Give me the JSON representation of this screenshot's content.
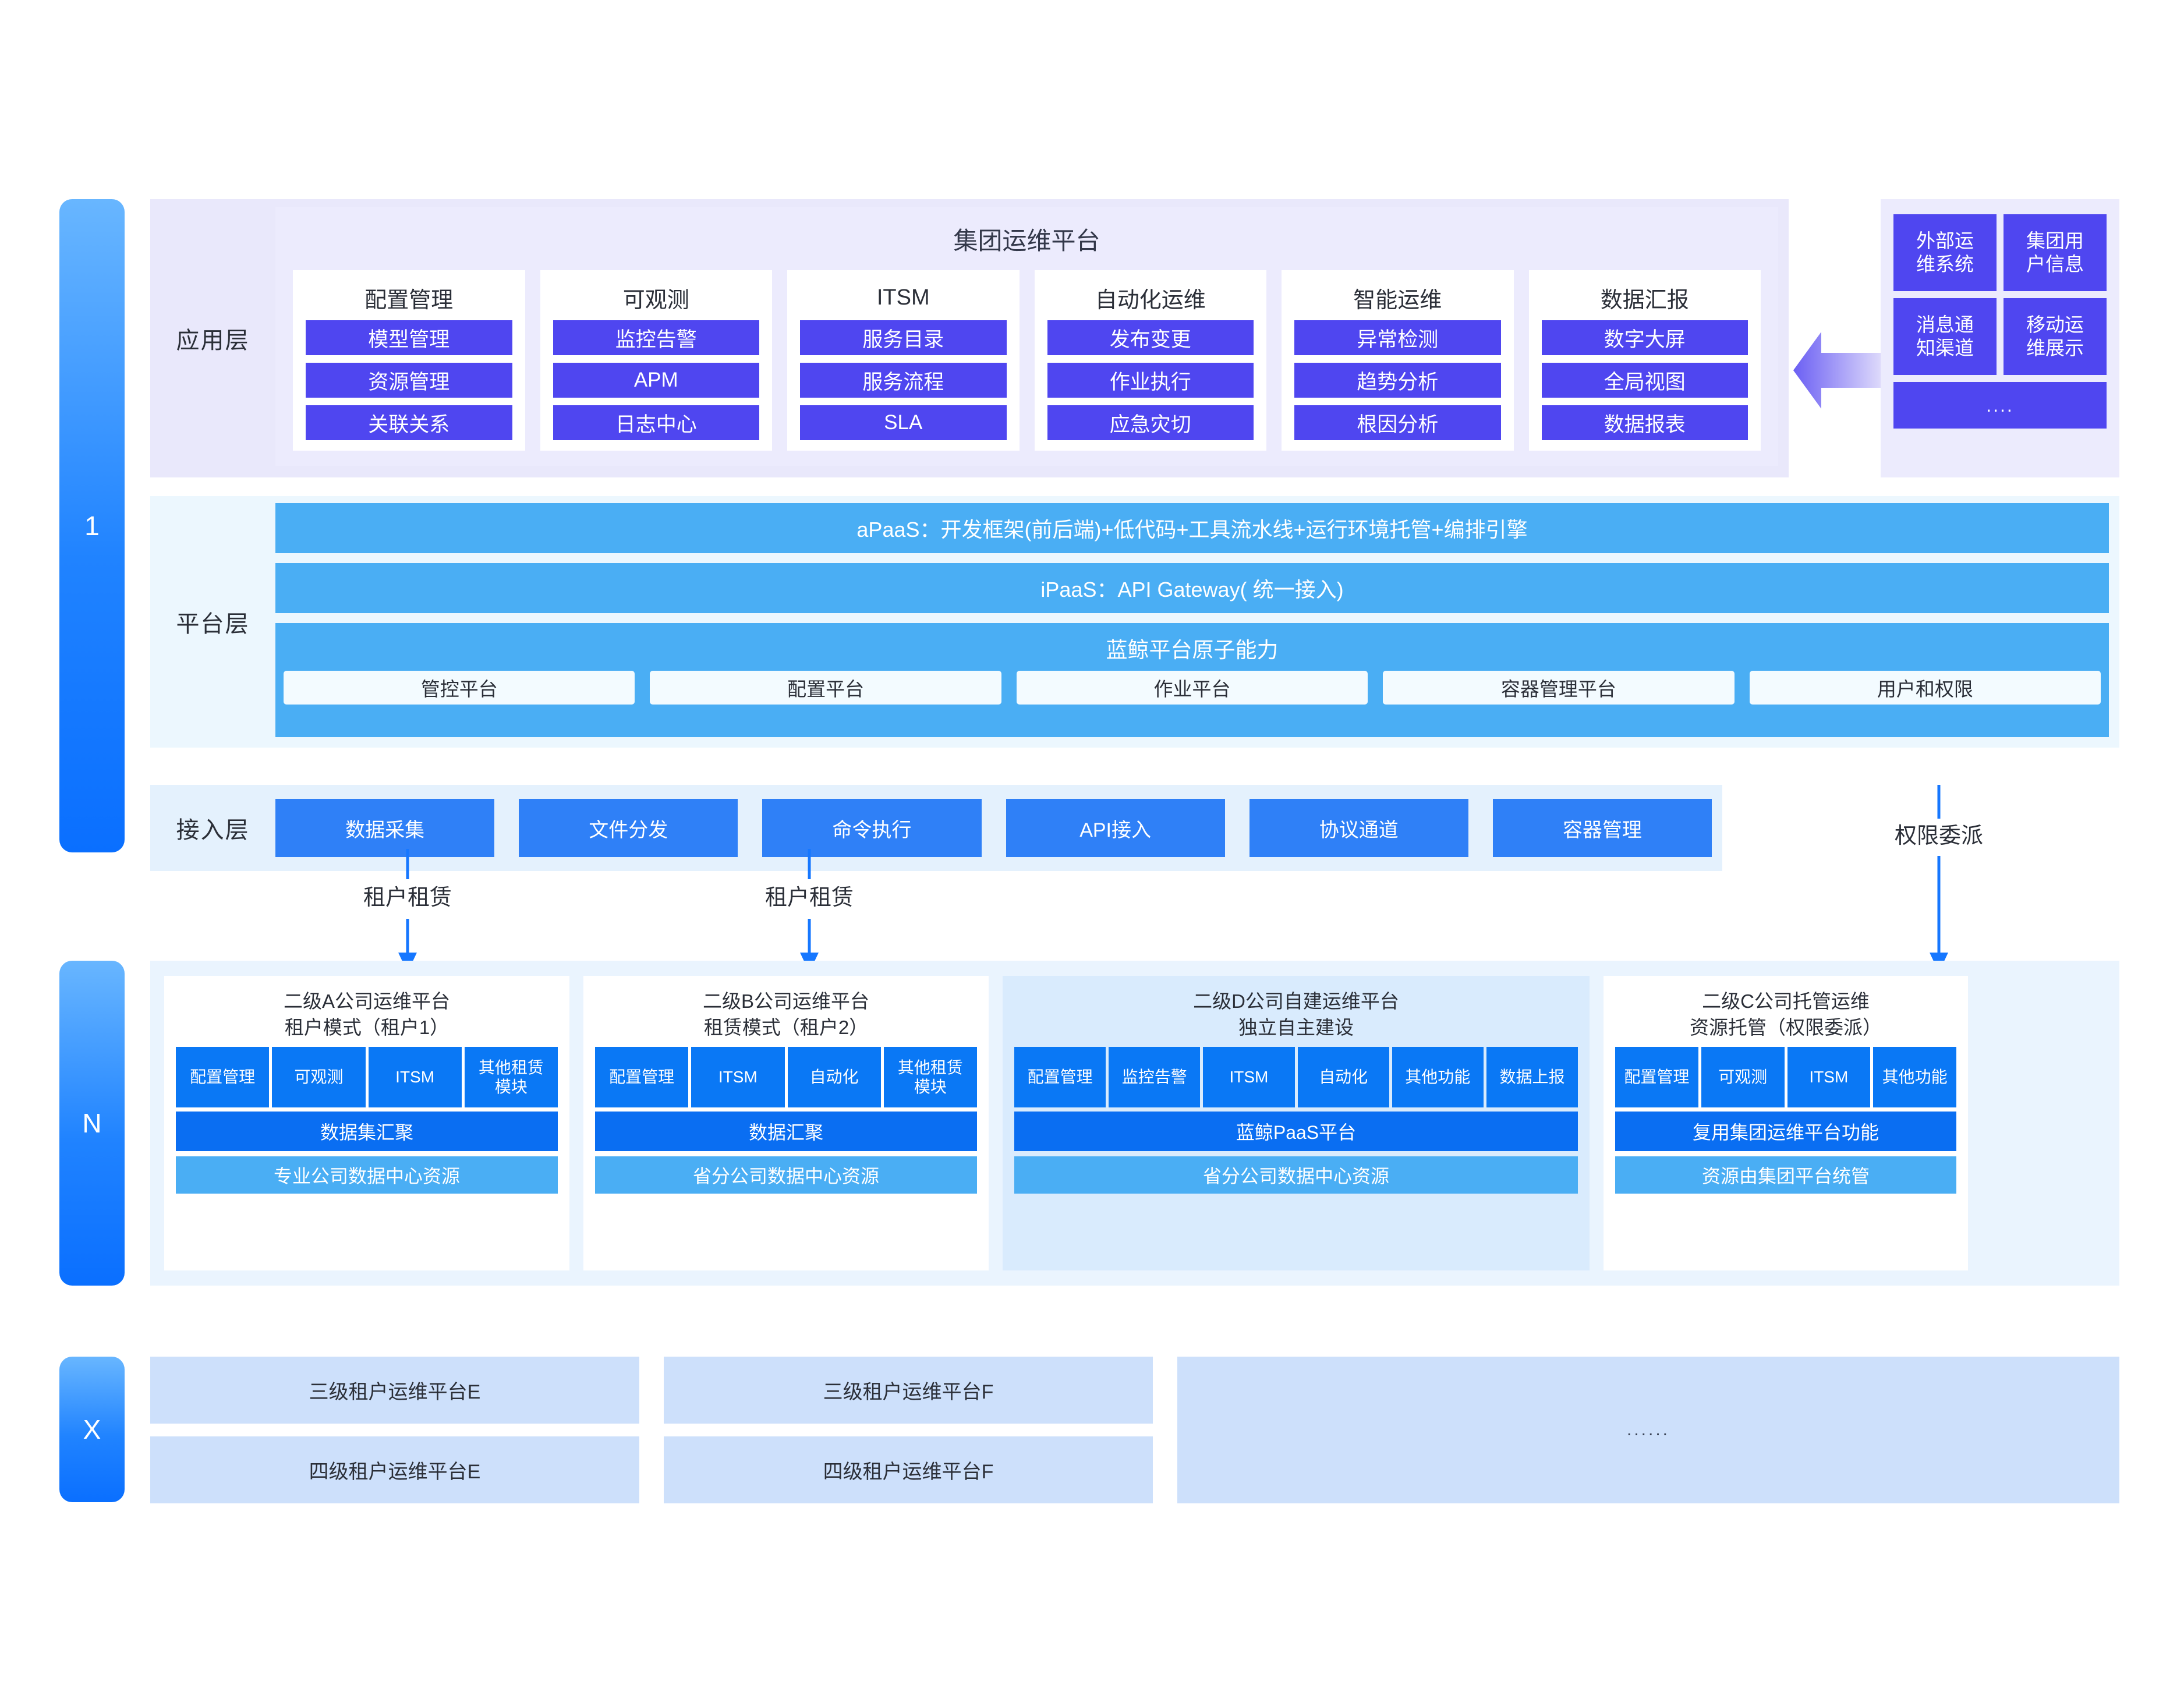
{
  "level_markers": [
    {
      "id": "1",
      "label": "1"
    },
    {
      "id": "N",
      "label": "N"
    },
    {
      "id": "X",
      "label": "X"
    }
  ],
  "application_layer": {
    "layer_label": "应用层",
    "panel_title": "集团运维平台",
    "cards": [
      {
        "title": "配置管理",
        "items": [
          "模型管理",
          "资源管理",
          "关联关系"
        ]
      },
      {
        "title": "可观测",
        "items": [
          "监控告警",
          "APM",
          "日志中心"
        ]
      },
      {
        "title": "ITSM",
        "items": [
          "服务目录",
          "服务流程",
          "SLA"
        ]
      },
      {
        "title": "自动化运维",
        "items": [
          "发布变更",
          "作业执行",
          "应急灾切"
        ]
      },
      {
        "title": "智能运维",
        "items": [
          "异常检测",
          "趋势分析",
          "根因分析"
        ]
      },
      {
        "title": "数据汇报",
        "items": [
          "数字大屏",
          "全局视图",
          "数据报表"
        ]
      }
    ]
  },
  "external_systems": {
    "items": [
      "外部运\n维系统",
      "集团用\n户信息",
      "消息通\n知渠道",
      "移动运\n维展示"
    ],
    "more_label": "...."
  },
  "platform_layer": {
    "layer_label": "平台层",
    "apaas_bar": "aPaaS：开发框架(前后端)+低代码+工具流水线+运行环境托管+编排引擎",
    "ipaas_bar": "iPaaS：API Gateway( 统一接入)",
    "atomic_title": "蓝鲸平台原子能力",
    "atomic_items": [
      "管控平台",
      "配置平台",
      "作业平台",
      "容器管理平台",
      "用户和权限"
    ]
  },
  "access_layer": {
    "layer_label": "接入层",
    "items": [
      "数据采集",
      "文件分发",
      "命令执行",
      "API接入",
      "协议通道",
      "容器管理"
    ]
  },
  "arrows": [
    {
      "name": "tenant-lease-a",
      "label": "租户租赁"
    },
    {
      "name": "tenant-lease-b",
      "label": "租户租赁"
    },
    {
      "name": "permission-delegation",
      "label": "权限委派"
    }
  ],
  "tenant_layer": {
    "cards": [
      {
        "title": "二级A公司运维平台\n租户模式（租户1）",
        "modules": [
          "配置管理",
          "可观测",
          "ITSM",
          "其他租赁\n模块"
        ],
        "mid": "数据集汇聚",
        "base": "专业公司数据中心资源"
      },
      {
        "title": "二级B公司运维平台\n租赁模式（租户2）",
        "modules": [
          "配置管理",
          "ITSM",
          "自动化",
          "其他租赁\n模块"
        ],
        "mid": "数据汇聚",
        "base": "省分公司数据中心资源"
      },
      {
        "title": "二级D公司自建运维平台\n独立自主建设",
        "modules": [
          "配置管理",
          "监控告警",
          "ITSM",
          "自动化",
          "其他功能",
          "数据上报"
        ],
        "mid": "蓝鲸PaaS平台",
        "base": "省分公司数据中心资源"
      },
      {
        "title": "二级C公司托管运维\n资源托管（权限委派）",
        "modules": [
          "配置管理",
          "可观测",
          "ITSM",
          "其他功能"
        ],
        "mid": "复用集团运维平台功能",
        "base": "资源由集团平台统管"
      }
    ]
  },
  "sub_tenant_layer": {
    "col1": [
      "三级租户运维平台E",
      "四级租户运维平台E"
    ],
    "col2": [
      "三级租户运维平台F",
      "四级租户运维平台F"
    ],
    "more": "......"
  },
  "colors": {
    "app_band": "#e9e8fb",
    "app_chip": "#4f46f0",
    "platform_band": "#ecf7fe",
    "paas_bar": "#4aaef4",
    "access_band": "#e4f1fd",
    "access_chip": "#2f80f7",
    "tenant_band": "#eaf4fe",
    "tenant_module": "#0a78f5",
    "tenant_base": "#4aaef4",
    "x_tile": "#cde0fb",
    "arrow": "#1677ff"
  }
}
